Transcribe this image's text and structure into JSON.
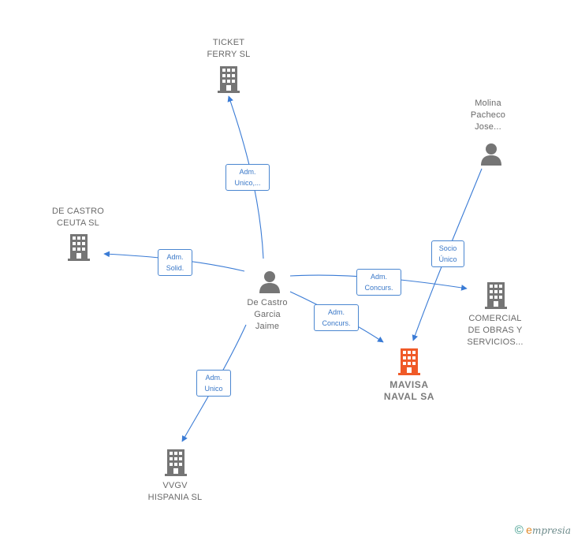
{
  "colors": {
    "edge": "#3a7bd5",
    "node": "#757575",
    "focus": "#f05a28"
  },
  "nodes": {
    "ticket_ferry": "TICKET\nFERRY SL",
    "molina": "Molina\nPacheco\nJose...",
    "de_castro_ceuta": "DE CASTRO\nCEUTA SL",
    "de_castro_garcia": "De Castro\nGarcia\nJaime",
    "comercial": "COMERCIAL\nDE OBRAS Y\nSERVICIOS...",
    "mavisa": "MAVISA\nNAVAL SA",
    "vvgv": "VVGV\nHISPANIA SL"
  },
  "edges": {
    "adm_unico_ticket": "Adm.\nUnico,...",
    "adm_solid": "Adm.\nSolid.",
    "socio_unico": "Socio\nÚnico",
    "adm_concurs_comercial": "Adm.\nConcurs.",
    "adm_concurs_mavisa": "Adm.\nConcurs.",
    "adm_unico_vvgv": "Adm.\nUnico"
  },
  "footer": {
    "copyright": "©",
    "brand_initial": "e",
    "brand_rest": "mpresia"
  }
}
